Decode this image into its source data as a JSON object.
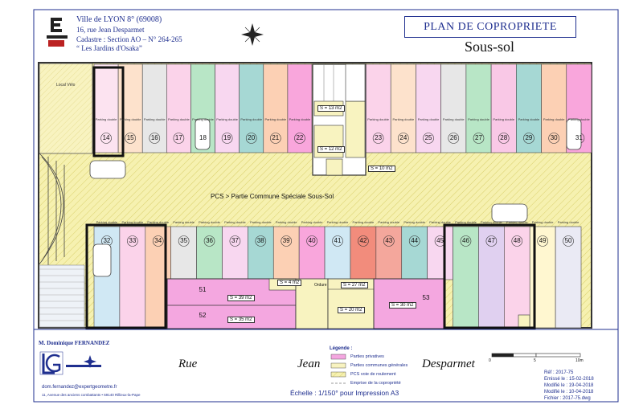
{
  "header": {
    "line1": "Ville de LYON 8° (69008)",
    "line2": "16, rue Jean Desparmet",
    "line3": "Cadastre : Section AO – N° 264-265",
    "line4": "“ Les Jardins d'Osaka”"
  },
  "title": "PLAN DE COPROPRIETE",
  "subtitle": "Sous-sol",
  "rooms": {
    "local_velo": "Local Vélo",
    "pcs": "PCS > Partie Commune Spéciale Sous-Sol",
    "s13": "S = 13 m2",
    "s12": "S = 12 m2",
    "s10": "S = 10 m2",
    "s4": "S = 4 m2",
    "s27": "S = 27 m2",
    "s20": "S = 20 m2",
    "s30": "S = 30 m2",
    "s39": "S = 39 m2",
    "s35": "S = 35 m2",
    "ordure": "Ordure"
  },
  "parking_label": "Parking double",
  "top_left_spots": [
    "14",
    "15",
    "16",
    "17",
    "18",
    "19",
    "20",
    "21",
    "22"
  ],
  "top_right_spots": [
    "23",
    "24",
    "25",
    "26",
    "27",
    "28",
    "29",
    "30",
    "31"
  ],
  "bottom_spots": [
    "32",
    "33",
    "34",
    "35",
    "36",
    "37",
    "38",
    "39",
    "40",
    "41",
    "42",
    "43",
    "44",
    "45",
    "46",
    "47",
    "48",
    "49",
    "50"
  ],
  "storage": [
    "51",
    "52",
    "53"
  ],
  "footer": {
    "company": "M. Dominique FERNANDEZ",
    "email": "dom.fernandez@expertgeometre.fr",
    "address": "11, Avenue des anciens combattants • 69140 Rillieux-la-Pape",
    "street1": "Rue",
    "street2": "Jean",
    "street3": "Desparmet",
    "scale": "Échelle : 1/150° pour Impression A3",
    "legend_title": "Légende :",
    "legend": [
      "Parties privatives",
      "Parties communes générales",
      "PCS voie de roulement",
      "Emprise de la copropriété"
    ],
    "ref": "Réf : 2017-75",
    "emis": "Emissé le : 15-02-2018",
    "modif1": "Modifié le : 19-04-2018",
    "modif2": "Modifié le : 10-04-2018",
    "fichier": "Fichier : 2017-75.dwg",
    "scale_zero": "0",
    "scale_five": "5",
    "scale_ten": "10m"
  },
  "colors": {
    "brand_blue": "#1f2f8f",
    "pcs_yellow": "#f5f0a8",
    "common_yellow": "#f8f3c0"
  }
}
